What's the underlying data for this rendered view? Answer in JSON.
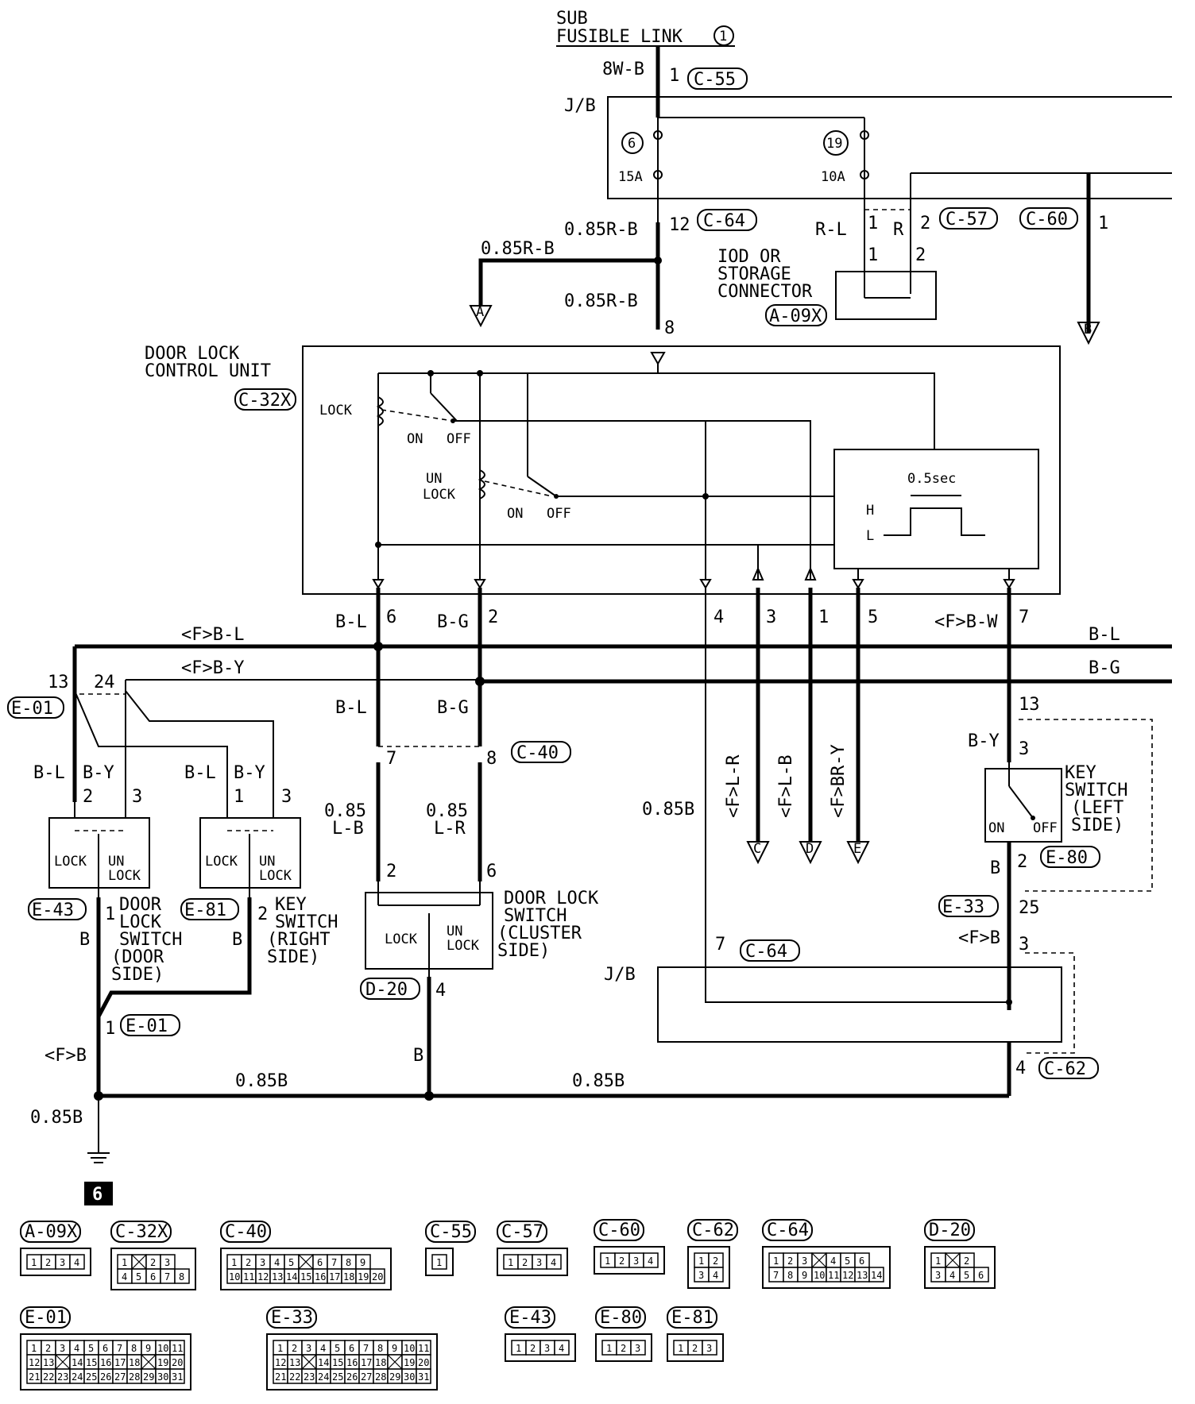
{
  "header": {
    "sub_fusible_line1": "SUB",
    "sub_fusible_line2": "FUSIBLE LINK",
    "sub_fusible_num": "1"
  },
  "jb_top": {
    "label": "J/B",
    "fuse1_num": "6",
    "fuse1_amp": "15A",
    "fuse2_num": "19",
    "fuse2_amp": "10A"
  },
  "wires": {
    "w8wb": "8W-B",
    "w085rb_a": "0.85R-B",
    "w085rb_b": "0.85R-B",
    "w085rb_c": "0.85R-B",
    "rl": "R-L",
    "r": "R",
    "fbl": "<F>B-L",
    "fby": "<F>B-Y",
    "bl_right": "B-L",
    "bg_right": "B-G",
    "bl_a": "B-L",
    "bg_a": "B-G",
    "bl_b": "B-L",
    "bg_b": "B-G",
    "bl_c": "B-L",
    "by_c": "B-Y",
    "bl_d": "B-L",
    "by_d": "B-Y",
    "lb_1": "0.85",
    "lb_2": "L-B",
    "lr_1": "0.85",
    "lr_2": "L-R",
    "w085b_mid": "0.85B",
    "flr": "<F>L-R",
    "flb": "<F>L-B",
    "fbry": "<F>BR-Y",
    "fbw": "<F>B-W",
    "by_key": "B-Y",
    "b_key": "B",
    "fb_key": "<F>B",
    "b_door": "B",
    "b_keyr": "B",
    "fb_left": "<F>B",
    "b_cluster": "B",
    "w085b_left": "0.85B",
    "w085b_right": "0.85B",
    "w085b_gnd": "0.85B"
  },
  "connectors": {
    "c55": "C-55",
    "c64": "C-64",
    "c57": "C-57",
    "c60": "C-60",
    "a09x": "A-09X",
    "c32x": "C-32X",
    "e01": "E-01",
    "c40": "C-40",
    "e43": "E-43",
    "e81": "E-81",
    "d20": "D-20",
    "e80": "E-80",
    "e33": "E-33",
    "c64b": "C-64",
    "c62": "C-62",
    "e01b": "E-01"
  },
  "pins": {
    "p1_c55": "1",
    "p12": "12",
    "p1_c57": "1",
    "p2_c57": "2",
    "p1_c60": "1",
    "p1_iod": "1",
    "p2_iod": "2",
    "p8": "8",
    "p6": "6",
    "p2": "2",
    "p4": "4",
    "p3": "3",
    "p1": "1",
    "p5": "5",
    "p7": "7",
    "p13": "13",
    "p24": "24",
    "p7_c40": "7",
    "p8_c40": "8",
    "p2_e43": "2",
    "p3_e43": "3",
    "p1_e81": "1",
    "p3_e81": "3",
    "p1_e43b": "1",
    "p2_e81b": "2",
    "p2_cl": "2",
    "p6_cl": "6",
    "p4_d20": "4",
    "p13_e33": "13",
    "p3_e80": "3",
    "p2_e80": "2",
    "p25": "25",
    "p3_e33": "3",
    "p7_c64": "7",
    "p4_c62": "4",
    "p1_e01": "1"
  },
  "components": {
    "iod_1": "IOD OR",
    "iod_2": "STORAGE",
    "iod_3": "CONNECTOR",
    "dlcu_1": "DOOR LOCK",
    "dlcu_2": "CONTROL UNIT",
    "lock": "LOCK",
    "un1": "UN",
    "un2": "LOCK",
    "on": "ON",
    "off": "OFF",
    "timer": "0.5sec",
    "h": "H",
    "l": "L",
    "dls_1": "DOOR",
    "dls_2": "LOCK",
    "dls_3": "SWITCH",
    "dls_4": "(DOOR",
    "dls_5": "SIDE)",
    "ksr_1": "KEY",
    "ksr_2": "SWITCH",
    "ksr_3": "(RIGHT",
    "ksr_4": "SIDE)",
    "dlc_1": "DOOR LOCK",
    "dlc_2": "SWITCH",
    "dlc_3": "(CLUSTER",
    "dlc_4": "SIDE)",
    "ksl_1": "KEY",
    "ksl_2": "SWITCH",
    "ksl_3": "(LEFT",
    "ksl_4": "SIDE)",
    "jb_bottom": "J/B",
    "ground_num": "6"
  },
  "sw": {
    "lock": "LOCK",
    "un": "UN",
    "unlock": "LOCK",
    "on": "ON",
    "off": "OFF"
  },
  "terminals": {
    "A": "A",
    "B": "B",
    "C": "C",
    "D": "D",
    "E": "E"
  },
  "legend": [
    {
      "name": "A-09X",
      "rows": [
        [
          "1",
          "2",
          "3",
          "4"
        ]
      ]
    },
    {
      "name": "C-32X",
      "rows": [
        [
          "1",
          "",
          "2",
          "3"
        ],
        [
          "4",
          "5",
          "6",
          "7",
          "8"
        ]
      ]
    },
    {
      "name": "C-40",
      "rows": [
        [
          "1",
          "2",
          "3",
          "4",
          "5",
          "",
          "6",
          "7",
          "8",
          "9"
        ],
        [
          "10",
          "11",
          "12",
          "13",
          "14",
          "15",
          "16",
          "17",
          "18",
          "19",
          "20"
        ]
      ]
    },
    {
      "name": "C-55",
      "rows": [
        [
          "1"
        ]
      ]
    },
    {
      "name": "C-57",
      "rows": [
        [
          "1",
          "2",
          "3",
          "4"
        ]
      ]
    },
    {
      "name": "C-60",
      "rows": [
        [
          "1",
          "2",
          "3",
          "4"
        ]
      ]
    },
    {
      "name": "C-62",
      "rows": [
        [
          "1",
          "2"
        ],
        [
          "3",
          "4"
        ]
      ]
    },
    {
      "name": "C-64",
      "rows": [
        [
          "1",
          "2",
          "3",
          "",
          "4",
          "5",
          "6"
        ],
        [
          "7",
          "8",
          "9",
          "10",
          "11",
          "12",
          "13",
          "14"
        ]
      ]
    },
    {
      "name": "D-20",
      "rows": [
        [
          "1",
          "",
          "2"
        ],
        [
          "3",
          "4",
          "5",
          "6"
        ]
      ]
    },
    {
      "name": "E-01",
      "rows": [
        [
          "1",
          "2",
          "3",
          "4",
          "5",
          "6",
          "7",
          "8",
          "9",
          "10",
          "11"
        ],
        [
          "12",
          "13",
          "",
          "14",
          "15",
          "16",
          "17",
          "18",
          "",
          "19",
          "20"
        ],
        [
          "21",
          "22",
          "23",
          "24",
          "25",
          "26",
          "27",
          "28",
          "29",
          "30",
          "31"
        ]
      ]
    },
    {
      "name": "E-33",
      "rows": [
        [
          "1",
          "2",
          "3",
          "4",
          "5",
          "6",
          "7",
          "8",
          "9",
          "10",
          "11"
        ],
        [
          "12",
          "13",
          "",
          "14",
          "15",
          "16",
          "17",
          "18",
          "",
          "19",
          "20"
        ],
        [
          "21",
          "22",
          "23",
          "24",
          "25",
          "26",
          "27",
          "28",
          "29",
          "30",
          "31"
        ]
      ]
    },
    {
      "name": "E-43",
      "rows": [
        [
          "1",
          "2",
          "3",
          "4"
        ]
      ]
    },
    {
      "name": "E-80",
      "rows": [
        [
          "1",
          "2",
          "3"
        ]
      ]
    },
    {
      "name": "E-81",
      "rows": [
        [
          "1",
          "2",
          "3"
        ]
      ]
    }
  ]
}
